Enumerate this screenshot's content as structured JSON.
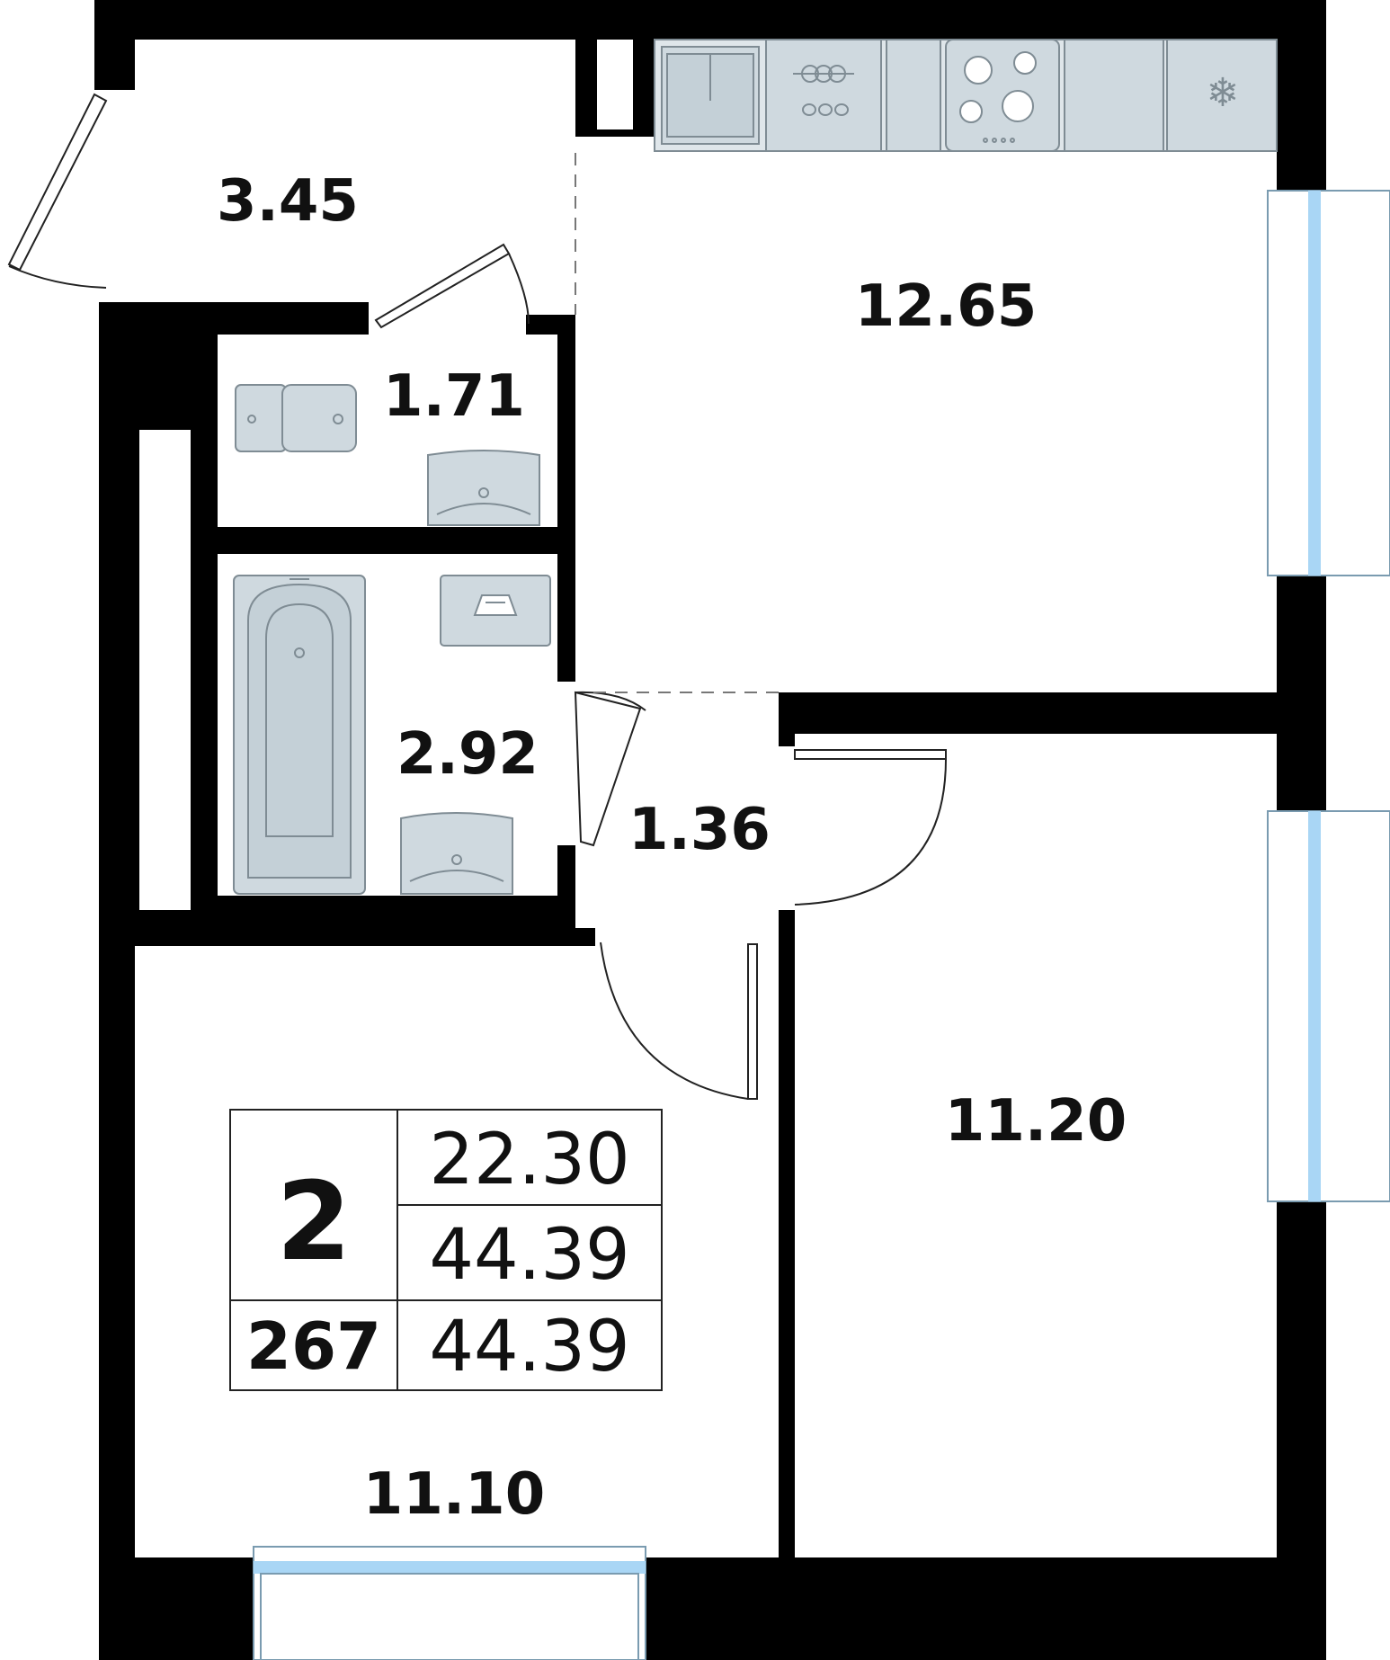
{
  "rooms": [
    {
      "id": "hallway-entry",
      "area": "3.45"
    },
    {
      "id": "kitchen",
      "area": "12.65"
    },
    {
      "id": "toilet",
      "area": "1.71"
    },
    {
      "id": "bathroom",
      "area": "2.92"
    },
    {
      "id": "corridor",
      "area": "1.36"
    },
    {
      "id": "bedroom",
      "area": "11.20"
    },
    {
      "id": "living-room",
      "area": "11.10"
    }
  ],
  "info": {
    "rooms_count": "2",
    "apartment_number": "267",
    "living_area": "22.30",
    "total_area": "44.39",
    "total_area_with_balcony": "44.39"
  },
  "colors": {
    "wall": "#000000",
    "fixture_fill": "#cfd9df",
    "fixture_stroke": "#7f8c94",
    "window_glass": "#a9d6f5"
  },
  "icons": [
    "sink-icon",
    "stove-icon",
    "dishwasher-icon",
    "fridge-icon",
    "toilet-icon",
    "washbasin-icon",
    "bathtub-icon",
    "washing-machine-icon"
  ]
}
